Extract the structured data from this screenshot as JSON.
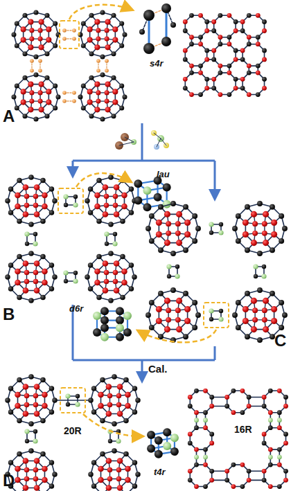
{
  "diagram": {
    "labels": [
      "s4r",
      "A",
      "lau",
      "d6r",
      "B",
      "C",
      "Cal.",
      "20R",
      "t4r",
      "16R",
      "D"
    ]
  }
}
